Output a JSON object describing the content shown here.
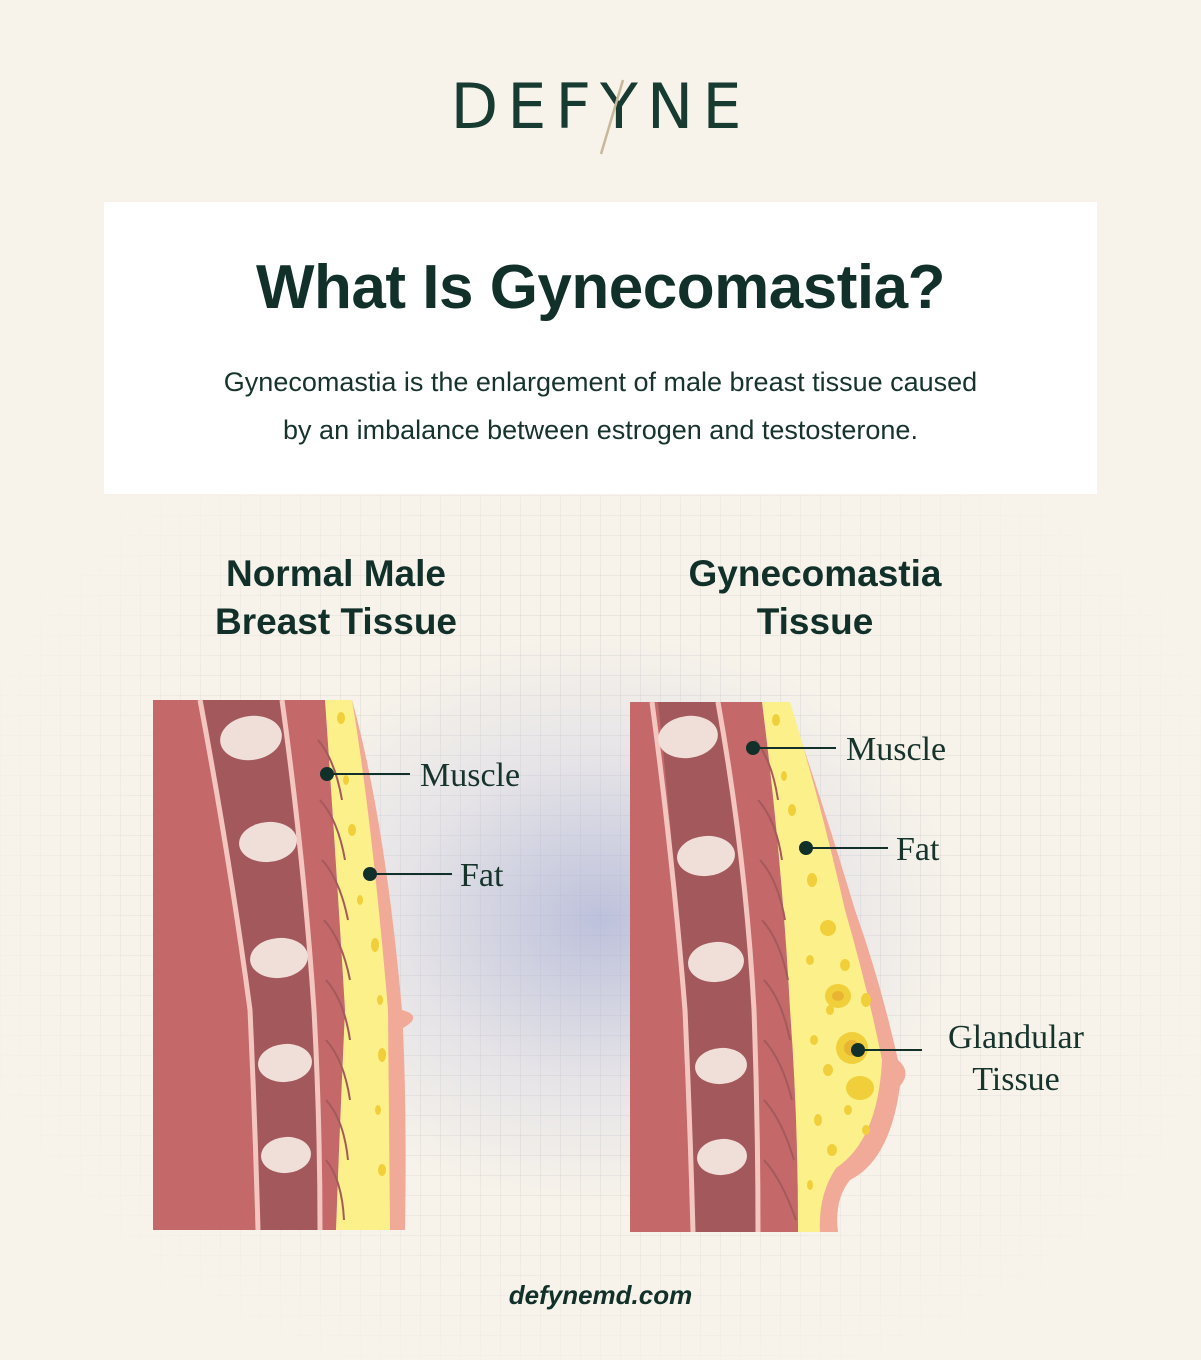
{
  "brand": {
    "logo_text": "DEFYNE"
  },
  "header": {
    "title": "What Is Gynecomastia?",
    "description_line1": "Gynecomastia is the enlargement of male breast tissue caused",
    "description_line2": "by an imbalance between estrogen and testosterone."
  },
  "panels": [
    {
      "heading_line1": "Normal Male",
      "heading_line2": "Breast Tissue",
      "labels": {
        "muscle": "Muscle",
        "fat": "Fat"
      }
    },
    {
      "heading_line1": "Gynecomastia",
      "heading_line2": "Tissue",
      "labels": {
        "muscle": "Muscle",
        "fat": "Fat",
        "glandular_line1": "Glandular",
        "glandular_line2": "Tissue"
      }
    }
  ],
  "footer": {
    "website": "defynemd.com"
  },
  "colors": {
    "background": "#f7f3ea",
    "text": "#12302a",
    "muscle": "#c4686a",
    "rib_band": "#a3585c",
    "bone": "#f0ded8",
    "fat": "#fbf08a",
    "skin": "#f2aa98"
  }
}
